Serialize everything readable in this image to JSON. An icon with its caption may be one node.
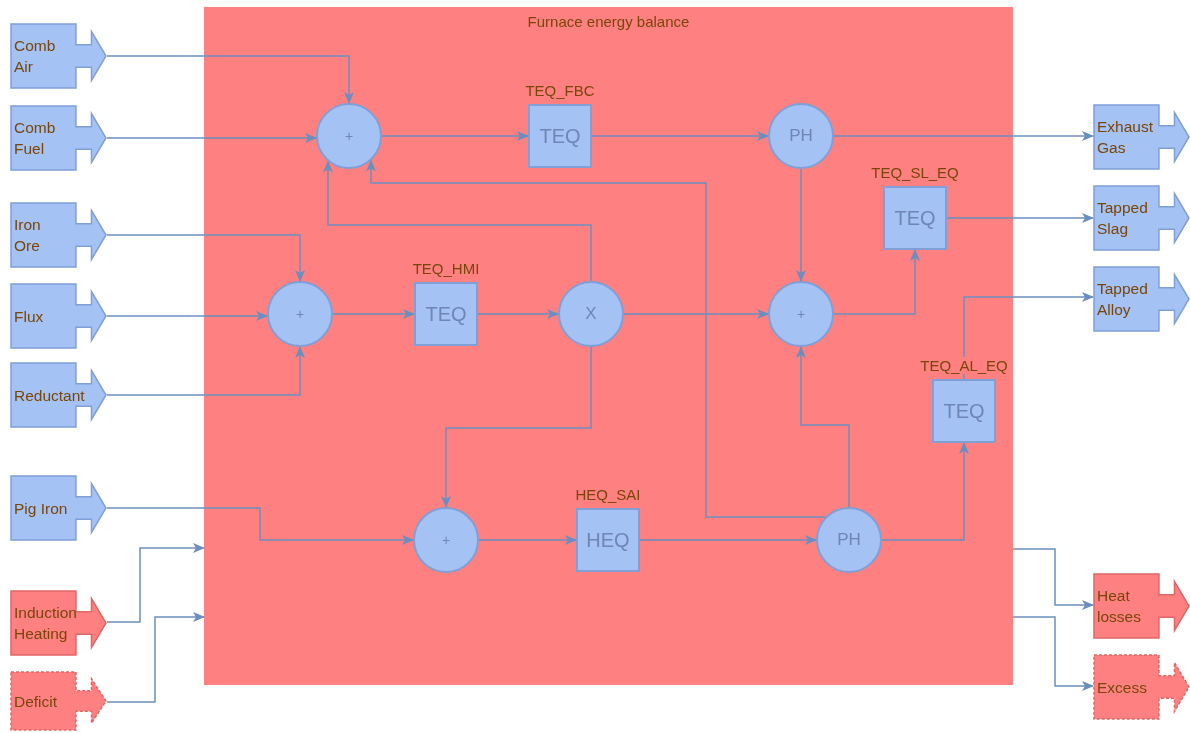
{
  "diagram": {
    "nodes": [
      {
        "text": [
          "Furnace energy balance"
        ]
      },
      {
        "text": [
          "Comb Air"
        ]
      },
      {
        "text": [
          "Comb Fuel"
        ]
      },
      {
        "text": [
          "Iron Ore"
        ]
      },
      {
        "text": [
          "Flux"
        ]
      },
      {
        "text": [
          "Reductant"
        ]
      },
      {
        "text": [
          "Pig Iron"
        ]
      },
      {
        "text": [
          "Induction Heating"
        ]
      },
      {
        "text": [
          "Deficit"
        ]
      },
      {
        "text": [
          "+"
        ],
        "in": 0
      },
      {
        "text": [
          "TEQ_FBC",
          "TEQ"
        ],
        "in": 0
      },
      {
        "text": [
          "PH"
        ],
        "in": 0
      },
      {
        "text": [
          "TEQ_SL_EQ",
          "TEQ"
        ],
        "in": 0
      },
      {
        "text": [
          "+"
        ],
        "in": 0
      },
      {
        "text": [
          "TEQ_HMI",
          "TEQ"
        ],
        "in": 0
      },
      {
        "text": [
          "X"
        ],
        "in": 0
      },
      {
        "text": [
          "+"
        ],
        "in": 0
      },
      {
        "text": [
          "TEQ_AL_EQ",
          "TEQ"
        ],
        "in": 0
      },
      {
        "text": [
          "+"
        ],
        "in": 0
      },
      {
        "text": [
          "HEQ_SAI",
          "HEQ"
        ],
        "in": 0
      },
      {
        "text": [
          "PH"
        ],
        "in": 0
      },
      {
        "text": [
          "Exhaust Gas"
        ]
      },
      {
        "text": [
          "Tapped Slag"
        ]
      },
      {
        "text": [
          "Tapped Alloy"
        ]
      },
      {
        "text": [
          "Heat losses"
        ]
      },
      {
        "text": [
          "Excess"
        ]
      }
    ],
    "edges": [
      {
        "from": 1,
        "to": 9,
        "arrow": "to"
      },
      {
        "from": 2,
        "to": 9,
        "arrow": "to"
      },
      {
        "from": 9,
        "to": 10,
        "arrow": "to"
      },
      {
        "from": 10,
        "to": 11,
        "arrow": "to"
      },
      {
        "from": 11,
        "to": 21,
        "arrow": "to"
      },
      {
        "from": 3,
        "to": 13,
        "arrow": "to"
      },
      {
        "from": 4,
        "to": 13,
        "arrow": "to"
      },
      {
        "from": 5,
        "to": 13,
        "arrow": "to"
      },
      {
        "from": 13,
        "to": 14,
        "arrow": "to"
      },
      {
        "from": 14,
        "to": 15,
        "arrow": "to"
      },
      {
        "from": 15,
        "to": 9,
        "arrow": "to"
      },
      {
        "from": 15,
        "to": 16,
        "arrow": "to"
      },
      {
        "from": 11,
        "to": 16,
        "arrow": "to"
      },
      {
        "from": 16,
        "to": 12,
        "arrow": "to"
      },
      {
        "from": 12,
        "to": 22,
        "arrow": "to"
      },
      {
        "from": 15,
        "to": 18,
        "arrow": "to"
      },
      {
        "from": 6,
        "to": 18,
        "arrow": "to"
      },
      {
        "from": 18,
        "to": 19,
        "arrow": "to"
      },
      {
        "from": 19,
        "to": 20,
        "arrow": "to"
      },
      {
        "from": 20,
        "to": 16,
        "arrow": "to"
      },
      {
        "from": 20,
        "to": 9,
        "arrow": "to"
      },
      {
        "from": 20,
        "to": 17,
        "arrow": "to"
      },
      {
        "from": 17,
        "to": 23,
        "arrow": "to"
      },
      {
        "from": 7,
        "to": 0,
        "arrow": "to"
      },
      {
        "from": 8,
        "to": 0,
        "arrow": "to"
      },
      {
        "from": 0,
        "to": 24,
        "arrow": "to"
      },
      {
        "from": 0,
        "to": 25,
        "arrow": "to"
      }
    ]
  }
}
